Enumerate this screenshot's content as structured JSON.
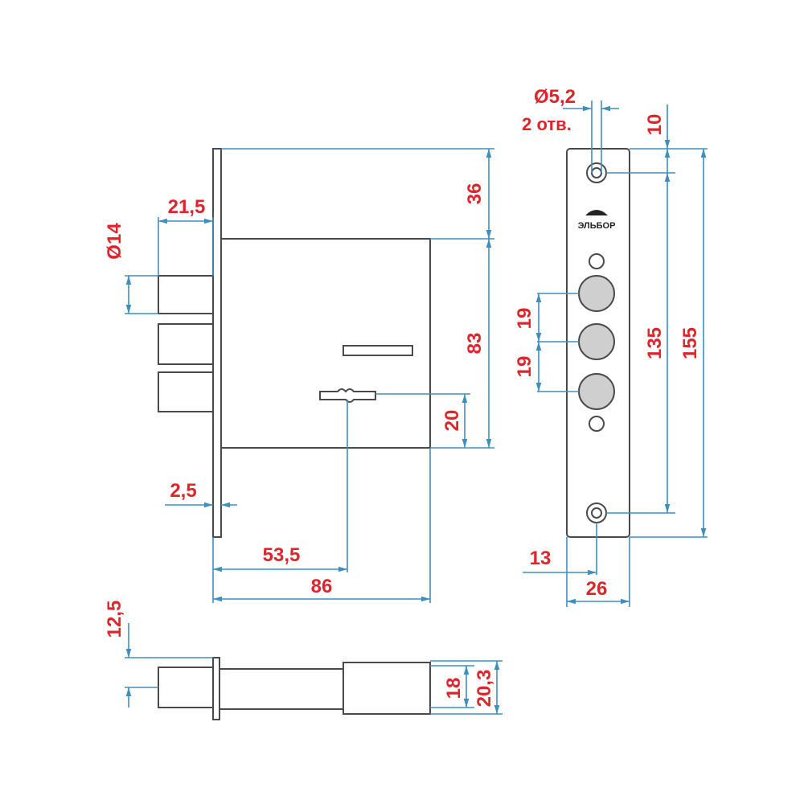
{
  "colors": {
    "dimension_text": "#e0242c",
    "dimension_line": "#3d8fc0",
    "outline": "#4a4a4a",
    "bolt_fill": "#cfcfcf"
  },
  "logo": "ЭЛЬБОР",
  "lock_body": {
    "dim_top": "36",
    "dim_body": "83",
    "dim_keyhole": "20",
    "dim_bolt_projection": "21,5",
    "dim_bolt_diameter": "Ø14",
    "dim_faceplate": "2,5",
    "dim_backset": "53,5",
    "dim_width": "86"
  },
  "strike_plate": {
    "hole_diameter": "Ø5,2",
    "hole_count": "2 отв.",
    "dim_top": "10",
    "dim_pitch_1": "19",
    "dim_pitch_2": "19",
    "dim_holes": "135",
    "dim_height": "155",
    "dim_offset": "13",
    "dim_width": "26"
  },
  "side_view": {
    "dim_bolt": "12,5",
    "dim_body": "18",
    "dim_total": "20,3"
  }
}
